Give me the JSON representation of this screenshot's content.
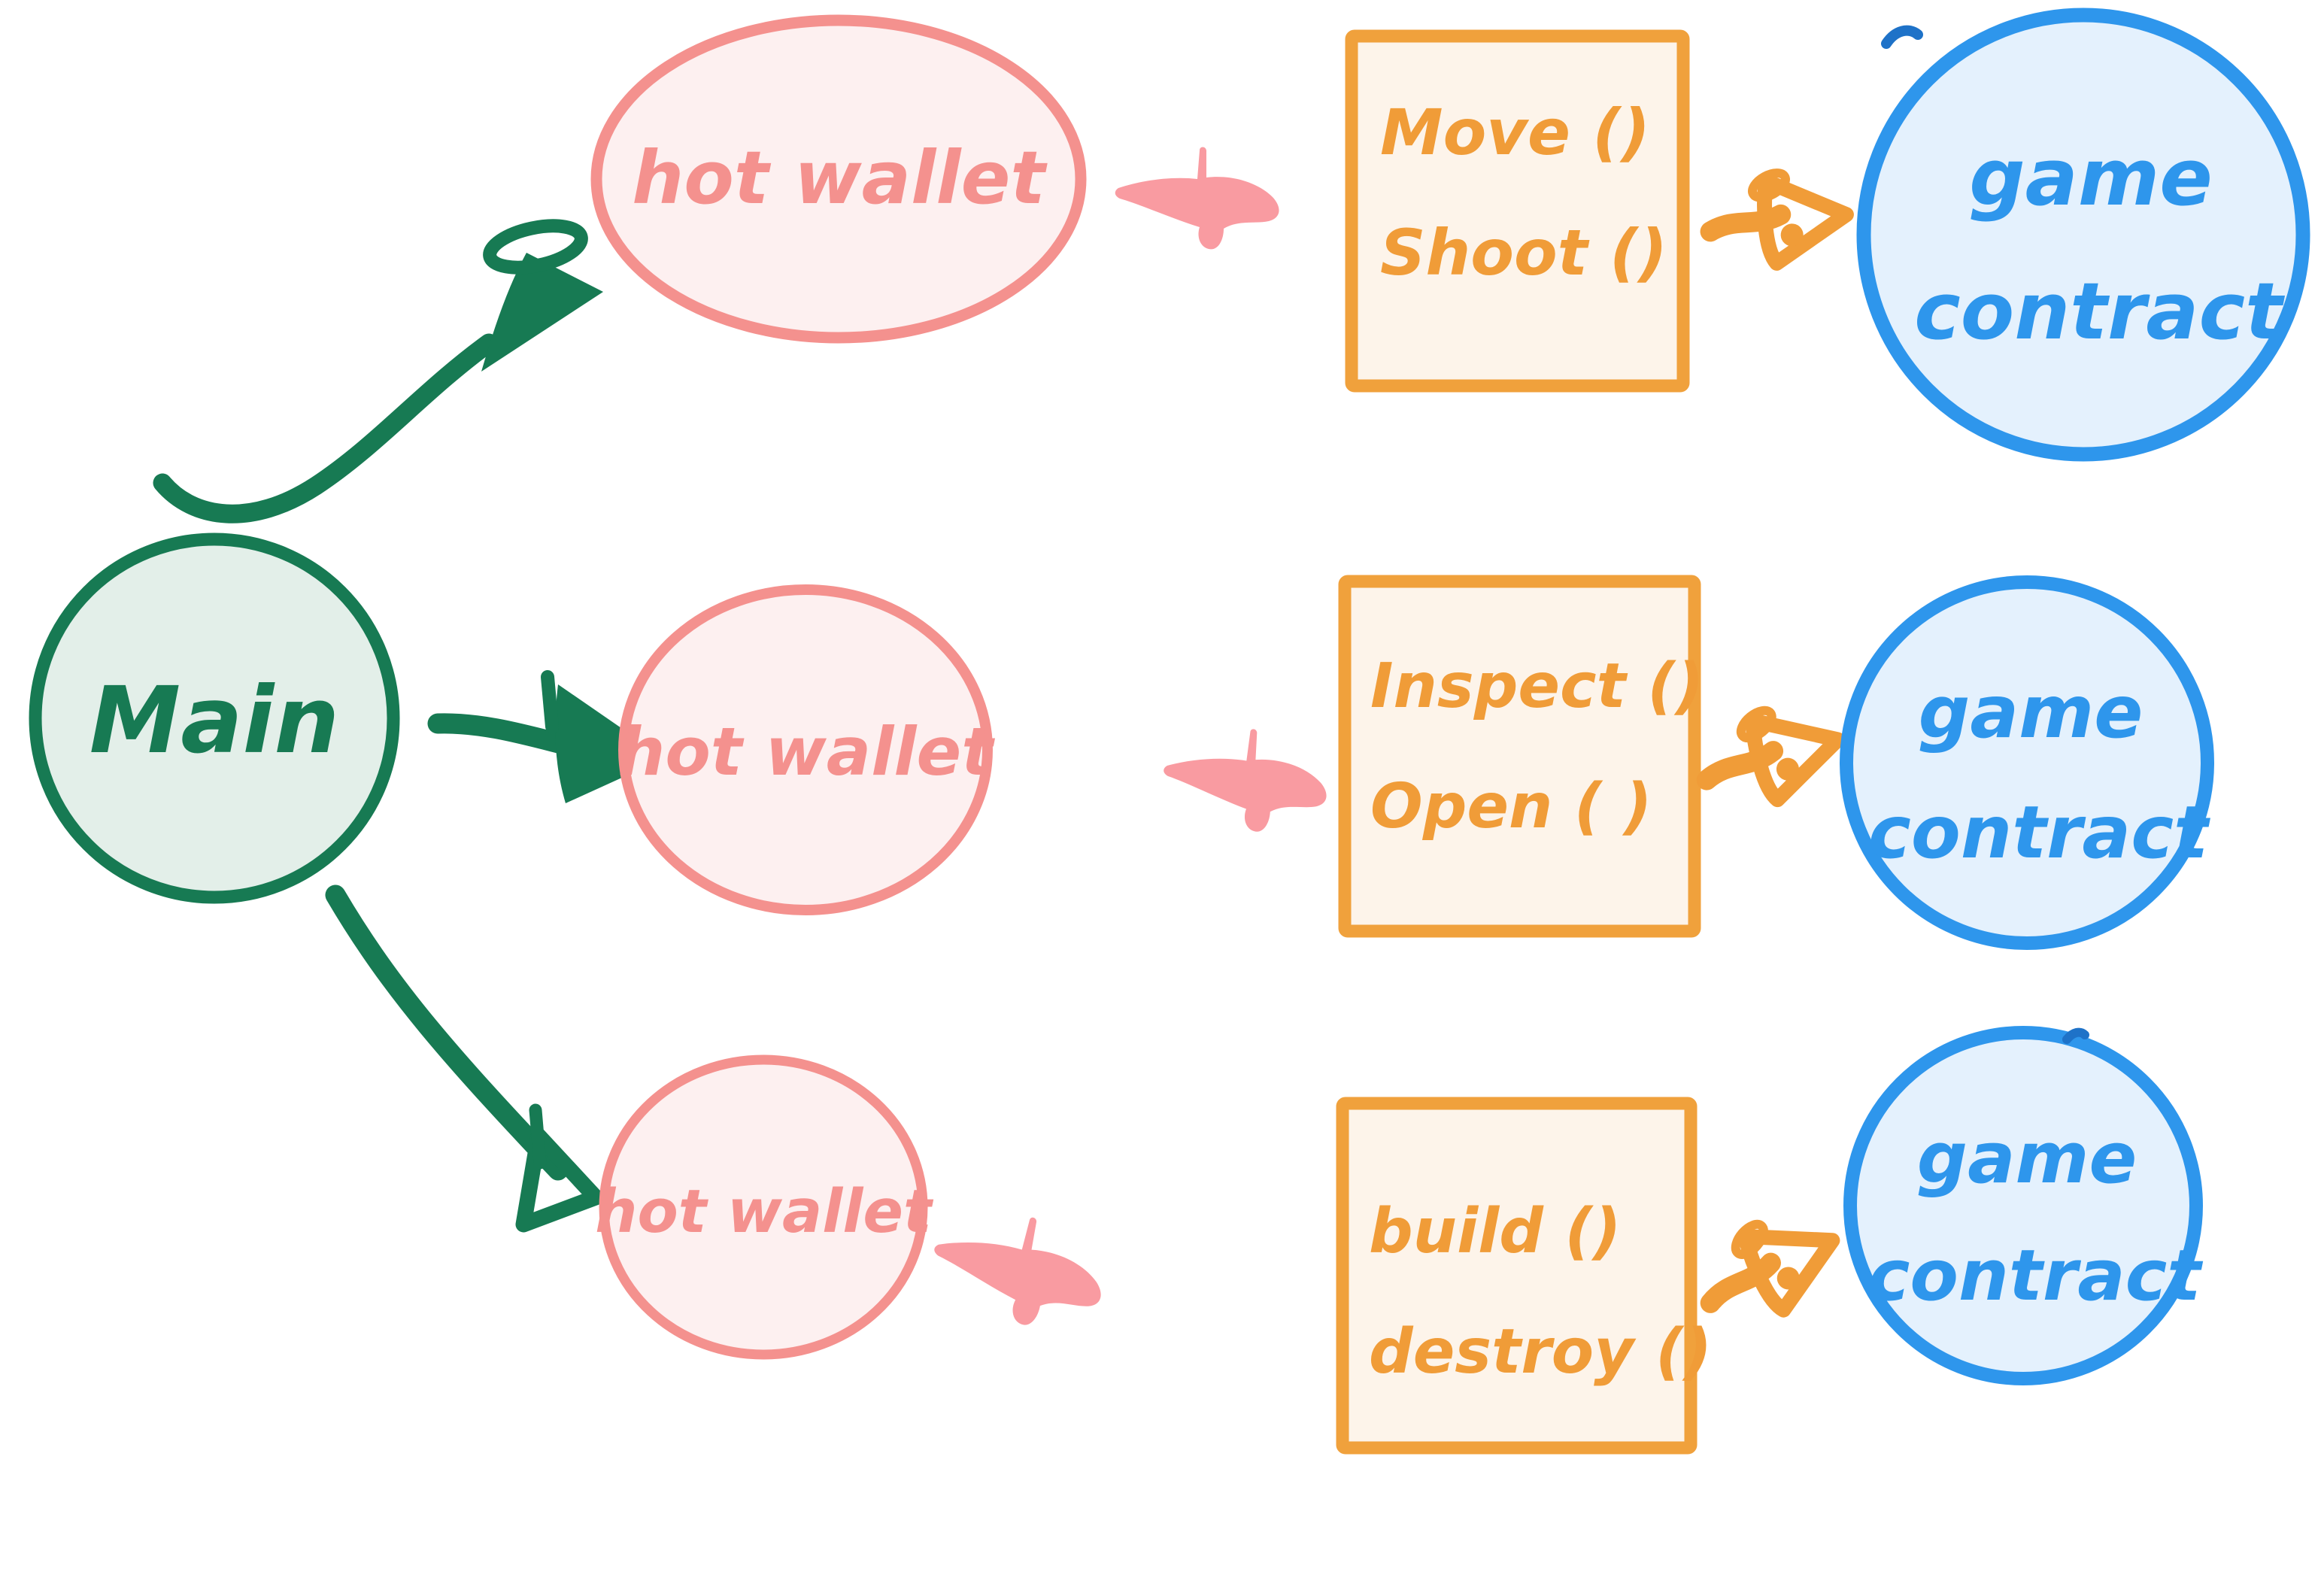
{
  "diagram": {
    "title_hint": "hand-drawn architecture sketch",
    "colors": {
      "background": "#ffffff",
      "main_stroke": "#177a53",
      "main_fill": "#e3efe9",
      "wallet_stroke": "#f4918e",
      "wallet_fill": "#fdf0f0",
      "wallet_arrow": "#f99ba1",
      "function_stroke": "#f09c38",
      "function_fill": "#fdf4ea",
      "contract_stroke": "#2e96ec",
      "contract_fill": "#e4f1fd"
    },
    "nodes": {
      "main": {
        "label": "Main"
      },
      "wallets": [
        {
          "label": "hot wallet"
        },
        {
          "label": "hot wallet"
        },
        {
          "label": "hot wallet"
        }
      ],
      "function_boxes": [
        {
          "line1": "Move ()",
          "line2": "Shoot ()"
        },
        {
          "line1": "Inspect ()",
          "line2": "Open ( )"
        },
        {
          "line1": "build ()",
          "line2": "destroy ()"
        }
      ],
      "contracts": [
        {
          "line1": "game",
          "line2": "contract"
        },
        {
          "line1": "game",
          "line2": "contract"
        },
        {
          "line1": "game",
          "line2": "contract"
        }
      ]
    },
    "edges": [
      {
        "from": "Main",
        "to": "hot wallet (top)",
        "color": "#177a53"
      },
      {
        "from": "Main",
        "to": "hot wallet (middle)",
        "color": "#177a53"
      },
      {
        "from": "Main",
        "to": "hot wallet (bottom)",
        "color": "#177a53"
      },
      {
        "from": "hot wallet (top)",
        "to": "Move()/Shoot() box",
        "color": "#f99ba1"
      },
      {
        "from": "hot wallet (middle)",
        "to": "Inspect()/Open() box",
        "color": "#f99ba1"
      },
      {
        "from": "hot wallet (bottom)",
        "to": "build()/destroy() box",
        "color": "#f99ba1"
      },
      {
        "from": "Move()/Shoot() box",
        "to": "game contract (top)",
        "color": "#f09c38"
      },
      {
        "from": "Inspect()/Open() box",
        "to": "game contract (middle)",
        "color": "#f09c38"
      },
      {
        "from": "build()/destroy() box",
        "to": "game contract (bottom)",
        "color": "#f09c38"
      }
    ]
  }
}
